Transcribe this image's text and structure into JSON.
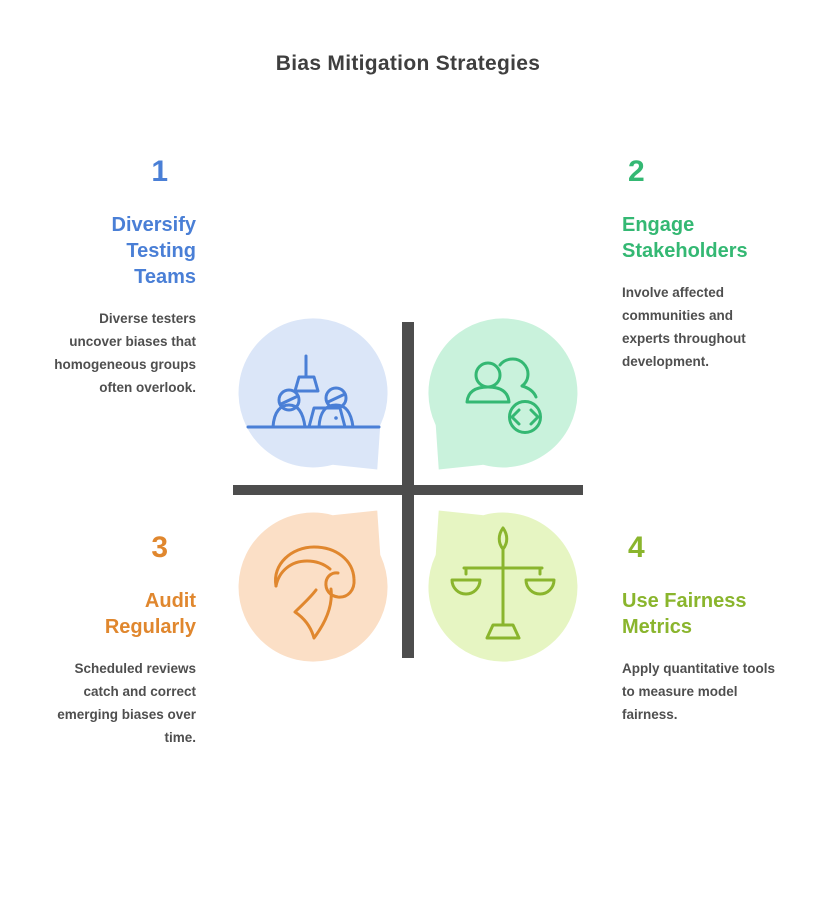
{
  "title": "Bias Mitigation Strategies",
  "colors": {
    "background": "#ffffff",
    "title_text": "#3f3f3f",
    "body_text": "#4f4f4f",
    "divider": "#4d4d4d",
    "section1_accent": "#4a7fd6",
    "section1_bubble_fill": "#dbe6f8",
    "section2_accent": "#34b873",
    "section2_bubble_fill": "#c9f2dc",
    "section3_accent": "#e0872e",
    "section3_bubble_fill": "#fbdfc6",
    "section4_accent": "#8ab52d",
    "section4_bubble_fill": "#e6f5c2"
  },
  "sections": [
    {
      "number": "1",
      "heading": "Diversify Testing Teams",
      "body": "Diverse testers uncover biases that homogeneous groups often overlook.",
      "icon": "people-at-desk-icon"
    },
    {
      "number": "2",
      "heading": "Engage Stakeholders",
      "body": "Involve affected communities and experts throughout development.",
      "icon": "team-code-icon"
    },
    {
      "number": "3",
      "heading": "Audit Regularly",
      "body": "Scheduled reviews catch and correct emerging biases over time.",
      "icon": "brain-icon"
    },
    {
      "number": "4",
      "heading": "Use Fairness Metrics",
      "body": "Apply quantitative tools to measure model fairness.",
      "icon": "balance-scale-icon"
    }
  ]
}
